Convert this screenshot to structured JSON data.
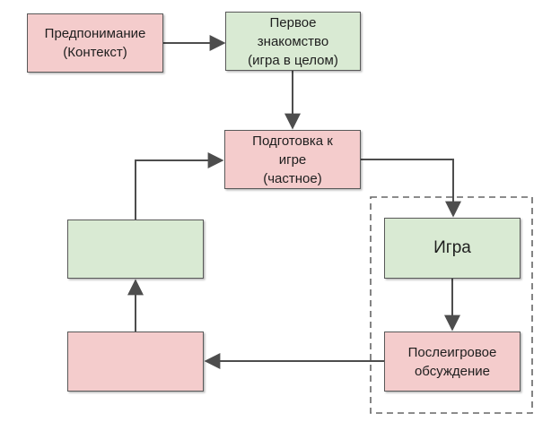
{
  "colors": {
    "pink_fill": "#f4cccc",
    "green_fill": "#d9ead3",
    "node_border": "#595959",
    "arrow": "#4d4d4d",
    "dashed_border": "#666666",
    "text": "#1e1e1e",
    "background": "#ffffff"
  },
  "nodes": {
    "preunderstanding": {
      "label": "Предпонимание\n(Контекст)",
      "color": "pink"
    },
    "first_acquaintance": {
      "label": "Первое\nзнакомство\n(игра в целом)",
      "color": "green"
    },
    "preparation": {
      "label": "Подготовка к\nигре\n(частное)",
      "color": "pink"
    },
    "game": {
      "label": "Игра",
      "color": "green"
    },
    "postgame": {
      "label": "Послеигровое\nобсуждение",
      "color": "pink"
    },
    "unlabeled_green": {
      "label": "",
      "color": "green"
    },
    "unlabeled_pink": {
      "label": "",
      "color": "pink"
    }
  },
  "edges": [
    {
      "from": "preunderstanding",
      "to": "first_acquaintance"
    },
    {
      "from": "first_acquaintance",
      "to": "preparation"
    },
    {
      "from": "preparation",
      "to": "game"
    },
    {
      "from": "game",
      "to": "postgame"
    },
    {
      "from": "postgame",
      "to": "unlabeled_pink"
    },
    {
      "from": "unlabeled_pink",
      "to": "unlabeled_green"
    },
    {
      "from": "unlabeled_green",
      "to": "preparation"
    }
  ],
  "groups": [
    {
      "name": "dashed-phase-group",
      "contains": [
        "game",
        "postgame"
      ]
    }
  ]
}
